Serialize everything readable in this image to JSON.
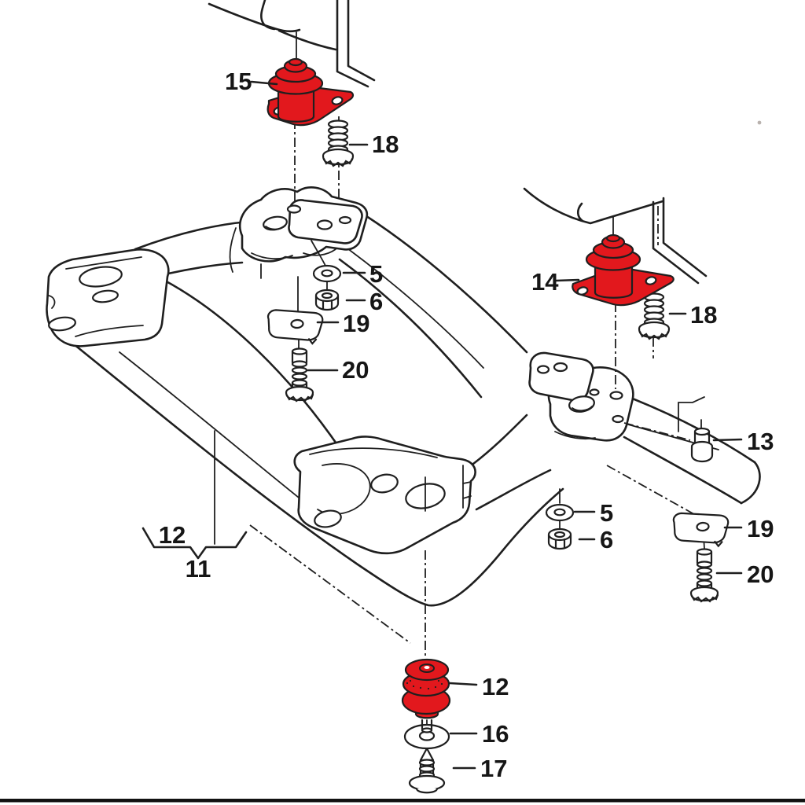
{
  "figure": {
    "kind": "exploded-parts-diagram",
    "background": "#ffffff",
    "line_color": "#1f1f1f",
    "highlight_color": "#e2181d"
  },
  "callouts": {
    "p15": "15",
    "p18_left": "18",
    "p5_left": "5",
    "p6_left": "6",
    "p19_left": "19",
    "p20_left": "20",
    "p14": "14",
    "p18_right": "18",
    "p13": "13",
    "p5_right": "5",
    "p6_right": "6",
    "p19_right": "19",
    "p20_right": "20",
    "p12_group": "12",
    "p11": "11",
    "p12": "12",
    "p16": "16",
    "p17": "17"
  }
}
